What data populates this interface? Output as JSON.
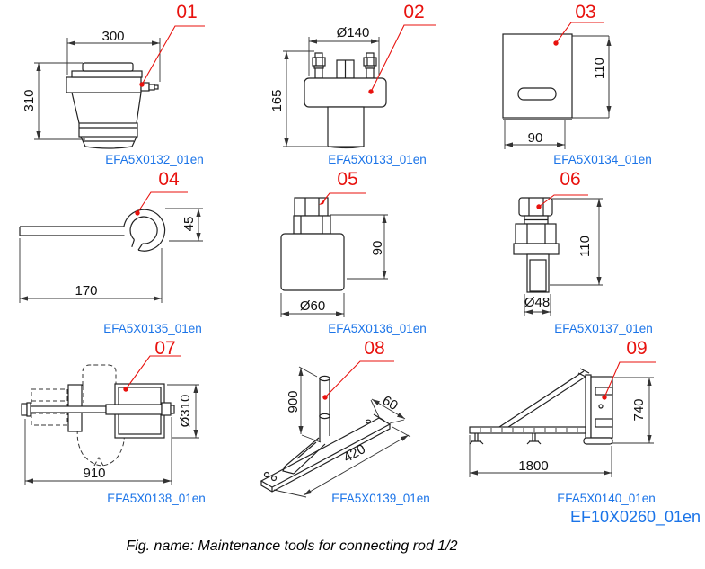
{
  "palette": {
    "callout_red": "#e8120e",
    "code_blue": "#1b74e8",
    "line_color": "#222222"
  },
  "items": [
    {
      "number": "01",
      "code": "EFA5X0132_01en",
      "dims": [
        "300",
        "310"
      ]
    },
    {
      "number": "02",
      "code": "EFA5X0133_01en",
      "dims": [
        "Ø140",
        "165"
      ]
    },
    {
      "number": "03",
      "code": "EFA5X0134_01en",
      "dims": [
        "110",
        "90"
      ]
    },
    {
      "number": "04",
      "code": "EFA5X0135_01en",
      "dims": [
        "45",
        "170"
      ]
    },
    {
      "number": "05",
      "code": "EFA5X0136_01en",
      "dims": [
        "90",
        "Ø60"
      ]
    },
    {
      "number": "06",
      "code": "EFA5X0137_01en",
      "dims": [
        "110",
        "Ø48"
      ]
    },
    {
      "number": "07",
      "code": "EFA5X0138_01en",
      "dims": [
        "Ø310",
        "910"
      ]
    },
    {
      "number": "08",
      "code": "EFA5X0139_01en",
      "dims": [
        "900",
        "60",
        "420"
      ]
    },
    {
      "number": "09",
      "code": "EFA5X0140_01en",
      "dims": [
        "740",
        "1800"
      ]
    }
  ],
  "footer": {
    "drawing_code": "EF10X0260_01en",
    "caption": "Fig. name: Maintenance tools for connecting rod 1/2"
  }
}
